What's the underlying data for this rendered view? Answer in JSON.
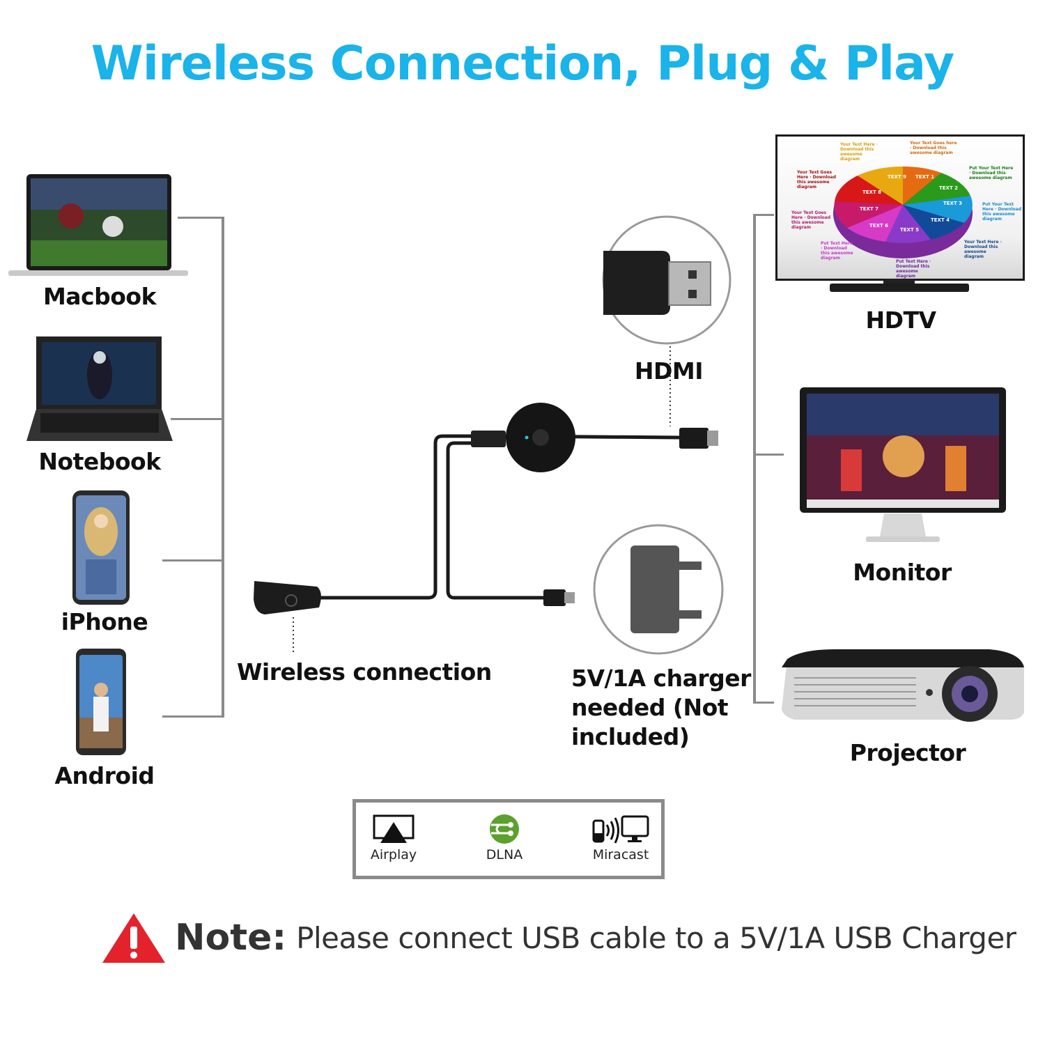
{
  "title": "Wireless Connection, Plug & Play",
  "colors": {
    "title": "#1ab3ea",
    "bracket": "#8a8a8a",
    "warning": "#e3222b",
    "dlna": "#5da02e",
    "led": "#27c7d8"
  },
  "sources": [
    {
      "label": "Macbook",
      "icon": "laptop-icon"
    },
    {
      "label": "Notebook",
      "icon": "notebook-icon"
    },
    {
      "label": "iPhone",
      "icon": "phone-icon"
    },
    {
      "label": "Android",
      "icon": "phone-icon"
    }
  ],
  "displays": [
    {
      "label": "HDTV",
      "icon": "tv-icon"
    },
    {
      "label": "Monitor",
      "icon": "monitor-icon"
    },
    {
      "label": "Projector",
      "icon": "projector-icon"
    }
  ],
  "hdtv_screen": {
    "pie_labels": [
      "TEXT 1",
      "TEXT 2",
      "TEXT 3",
      "TEXT 4",
      "TEXT 5",
      "TEXT 6",
      "TEXT 7",
      "TEXT 8",
      "TEXT 9"
    ],
    "notes": [
      "Your Text Here · Download this awesome diagram",
      "Your Text Goes here · Download this awesome diagram",
      "Your Text Goes Here · Download this awesome diagram",
      "Put Your Text Here · Download this awesome diagram",
      "Your Text Goes Here · Download this awesome diagram",
      "Put Your Text Here · Download this awesome diagram",
      "Put Text Here · Download this awesome diagram",
      "Your Text Here · Download this awesome diagram",
      "Put Text Here · Download this awesome diagram"
    ]
  },
  "device": {
    "hdmi_label": "HDMI",
    "wireless_label": "Wireless connection",
    "charger_label_lines": [
      "5V/1A  charger",
      "needed (Not",
      "included)"
    ]
  },
  "protocols": [
    {
      "label": "Airplay",
      "icon": "airplay-icon"
    },
    {
      "label": "DLNA",
      "icon": "dlna-icon"
    },
    {
      "label": "Miracast",
      "icon": "miracast-icon"
    }
  ],
  "note": {
    "heading": "Note:",
    "text": "Please connect USB cable to a 5V/1A USB Charger"
  }
}
